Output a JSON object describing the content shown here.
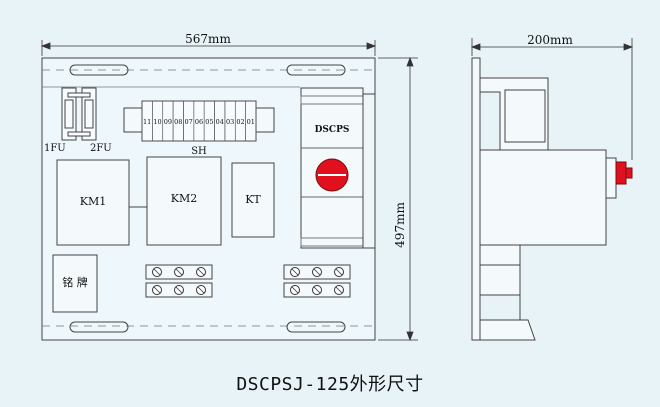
{
  "dimensions": {
    "front_width": "567mm",
    "side_depth": "200mm",
    "height": "497mm"
  },
  "components": {
    "fuse_1": "1FU",
    "fuse_2": "2FU",
    "terminal_block": "SH",
    "terminal_numbers": [
      "11",
      "10",
      "09",
      "08",
      "07",
      "06",
      "05",
      "04",
      "03",
      "02",
      "01"
    ],
    "contactor_1": "KM1",
    "contactor_2": "KM2",
    "timer": "KT",
    "protector": "DSCPS",
    "nameplate": "铭 牌"
  },
  "caption": "DSCPSJ-125外形尺寸",
  "colors": {
    "background": "#e8f3f8",
    "knob": "#e0101e",
    "line": "#333333"
  }
}
